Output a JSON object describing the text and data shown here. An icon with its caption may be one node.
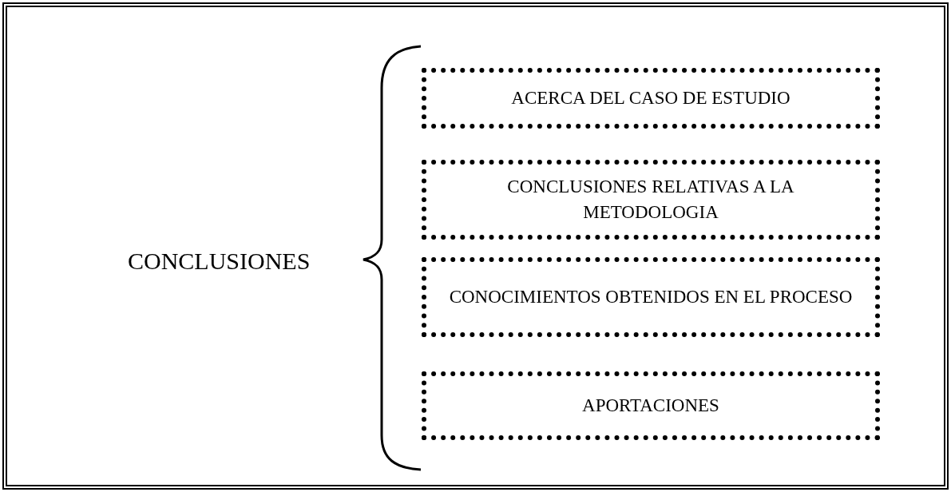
{
  "diagram": {
    "nodes": [
      {
        "text": [
          "ACERCA DEL CASO DE ESTUDIO"
        ]
      },
      {
        "text": [
          "CONCLUSIONES RELATIVAS A LA METODOLOGIA"
        ]
      },
      {
        "text": [
          "CONOCIMIENTOS OBTENIDOS EN EL PROCESO"
        ]
      },
      {
        "text": [
          "APORTACIONES"
        ]
      }
    ],
    "labels": [
      "CONCLUSIONES"
    ]
  }
}
